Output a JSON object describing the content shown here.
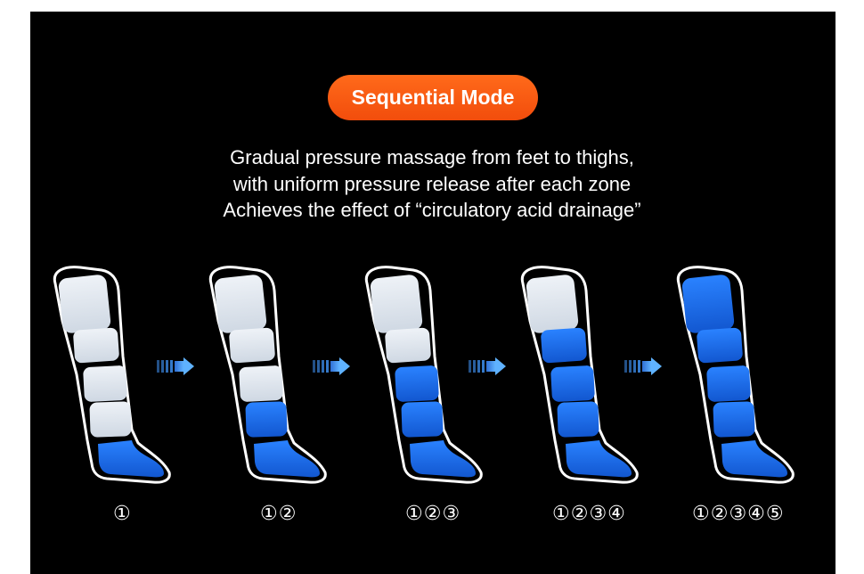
{
  "mode": {
    "title": "Sequential Mode"
  },
  "description": [
    "Gradual pressure massage from feet to thighs,",
    "with uniform pressure release after each zone",
    "Achieves the effect of “circulatory acid drainage”"
  ],
  "colors": {
    "background": "#000000",
    "badge": "#f85a12",
    "active_zone": "#1e6ee8",
    "inactive_zone": "#dfe6ee",
    "arrow": "#3d8ee6"
  },
  "steps": [
    {
      "label": "①",
      "active_zones": 1
    },
    {
      "label": "①②",
      "active_zones": 2
    },
    {
      "label": "①②③",
      "active_zones": 3
    },
    {
      "label": "①②③④",
      "active_zones": 4
    },
    {
      "label": "①②③④⑤",
      "active_zones": 5
    }
  ],
  "icons": {
    "leg": "leg-sleeve-icon",
    "arrow": "right-arrow-icon"
  }
}
